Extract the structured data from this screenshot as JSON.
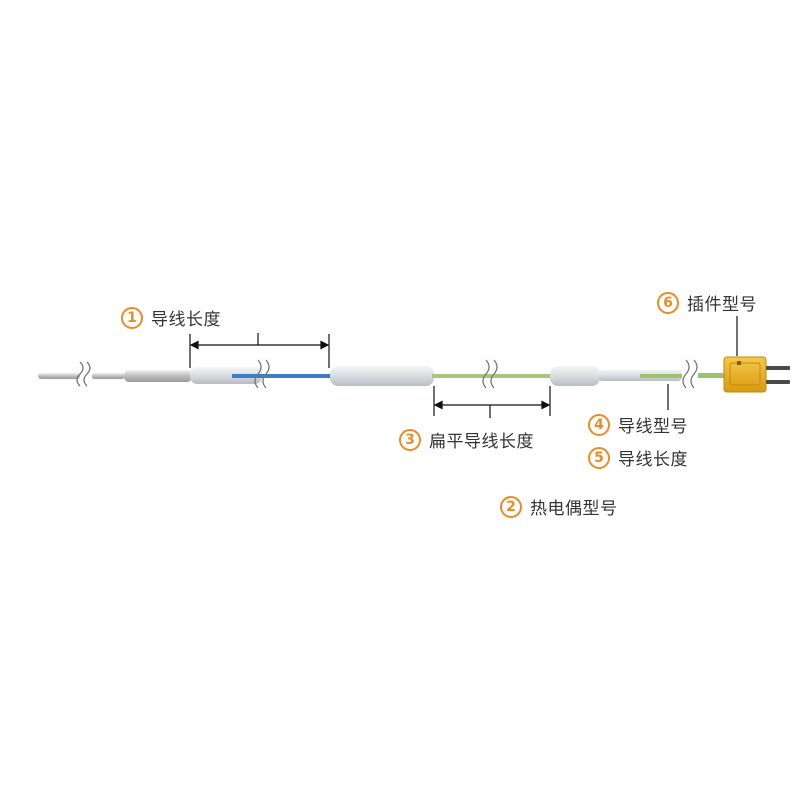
{
  "labels": {
    "wire_length": {
      "number": "1",
      "text": "导线长度"
    },
    "thermocouple_model": {
      "number": "2",
      "text": "热电偶型号"
    },
    "flat_wire_length": {
      "number": "3",
      "text": "扁平导线长度"
    },
    "wire_model": {
      "number": "4",
      "text": "导线型号"
    },
    "lead_length": {
      "number": "5",
      "text": "导线长度"
    },
    "plug_model": {
      "number": "6",
      "text": "插件型号"
    }
  },
  "colors": {
    "accent": "#f08a24",
    "probe": "#c9c9c9",
    "sheath": "#dcdfe3",
    "blue_wire": "#3d7cc9",
    "green_wire": "#9cc26a",
    "connector": "#f0b323",
    "text": "#333333"
  }
}
